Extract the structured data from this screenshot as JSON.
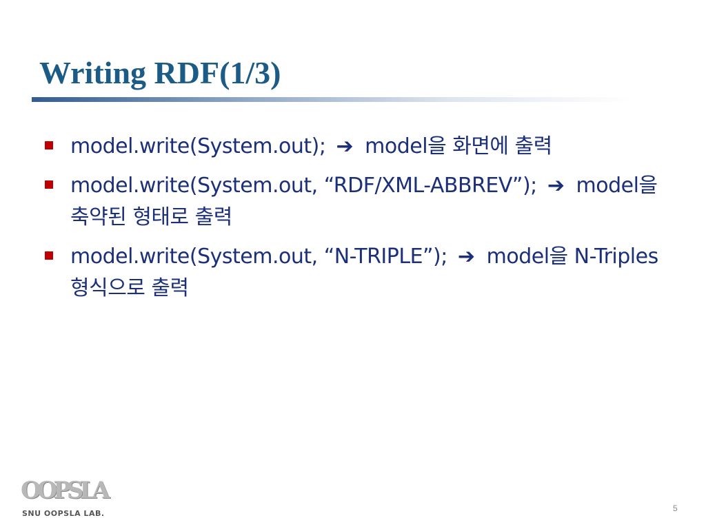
{
  "slide": {
    "title": "Writing RDF(1/3)",
    "bullets": [
      {
        "code": "model.write(System.out);",
        "arrow": "➔",
        "rest": "model을 화면에 출력"
      },
      {
        "code": "model.write(System.out, “RDF/XML-ABBREV”);",
        "arrow": "➔",
        "rest": "model을 축약된 형태로 출력"
      },
      {
        "code": "model.write(System.out, “N-TRIPLE”);",
        "arrow": "➔",
        "rest": "model을 N-Triples 형식으로 출력"
      }
    ],
    "logo": {
      "mark": "OOPSLA",
      "text": "SNU OOPSLA LAB."
    },
    "page_number": "5"
  },
  "colors": {
    "title": "#1b5b86",
    "body_text": "#1b2f7a",
    "bullet_marker": "#c00000",
    "rule": "#335c8f"
  }
}
